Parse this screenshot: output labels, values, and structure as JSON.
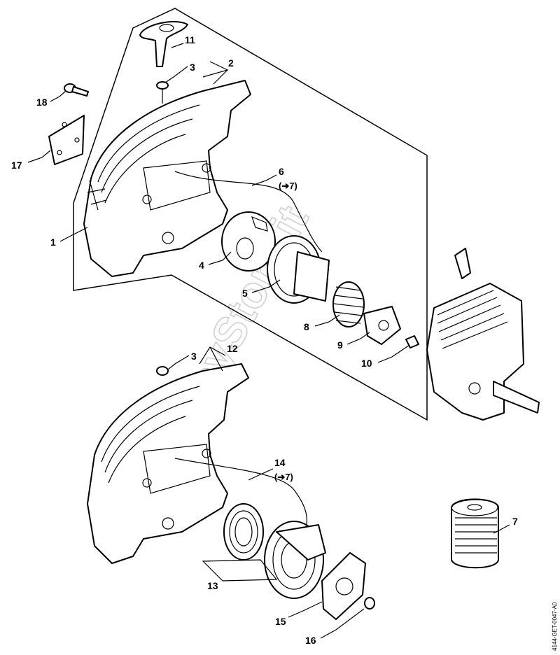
{
  "watermark": "HobbyStore.it",
  "drawing_code": "4144-GET-0047-A0",
  "callouts": {
    "c1": "1",
    "c2": "2",
    "c3a": "3",
    "c3b": "3",
    "c4": "4",
    "c5": "5",
    "c6": "6",
    "c6ref": "(➔7)",
    "c7": "7",
    "c8": "8",
    "c9": "9",
    "c10": "10",
    "c11": "11",
    "c12": "12",
    "c13": "13",
    "c14": "14",
    "c14ref": "(➔7)",
    "c15": "15",
    "c16": "16",
    "c17": "17",
    "c18": "18"
  },
  "icons": {
    "arrow": "right-arrow-icon"
  }
}
